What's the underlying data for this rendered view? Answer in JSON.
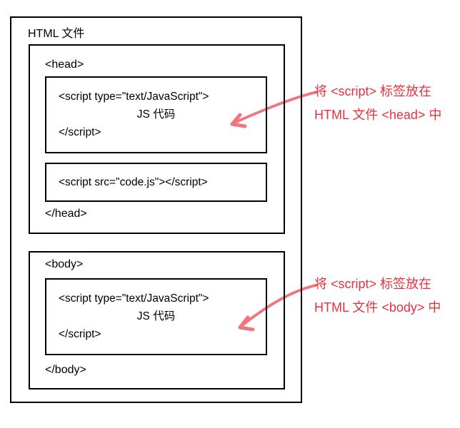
{
  "colors": {
    "background": "#ffffff",
    "border": "#000000",
    "text": "#000000",
    "annotation": "#e6323e",
    "arrow": "#f0757d"
  },
  "diagram": {
    "file_label": "HTML 文件",
    "head": {
      "open": "<head>",
      "close": "</head>",
      "inline_script": {
        "open": "<script type=\"text/JavaScript\">",
        "code": "JS 代码",
        "close": "</script>"
      },
      "external_script": "<script src=\"code.js\"></script>"
    },
    "body": {
      "open": "<body>",
      "close": "</body>",
      "inline_script": {
        "open": "<script type=\"text/JavaScript\">",
        "code": "JS 代码",
        "close": "</script>"
      }
    }
  },
  "annotations": {
    "head_note": {
      "line1": "将 <script> 标签放在",
      "line2": "HTML 文件 <head> 中"
    },
    "body_note": {
      "line1": "将 <script> 标签放在",
      "line2": "HTML 文件 <body> 中"
    }
  }
}
